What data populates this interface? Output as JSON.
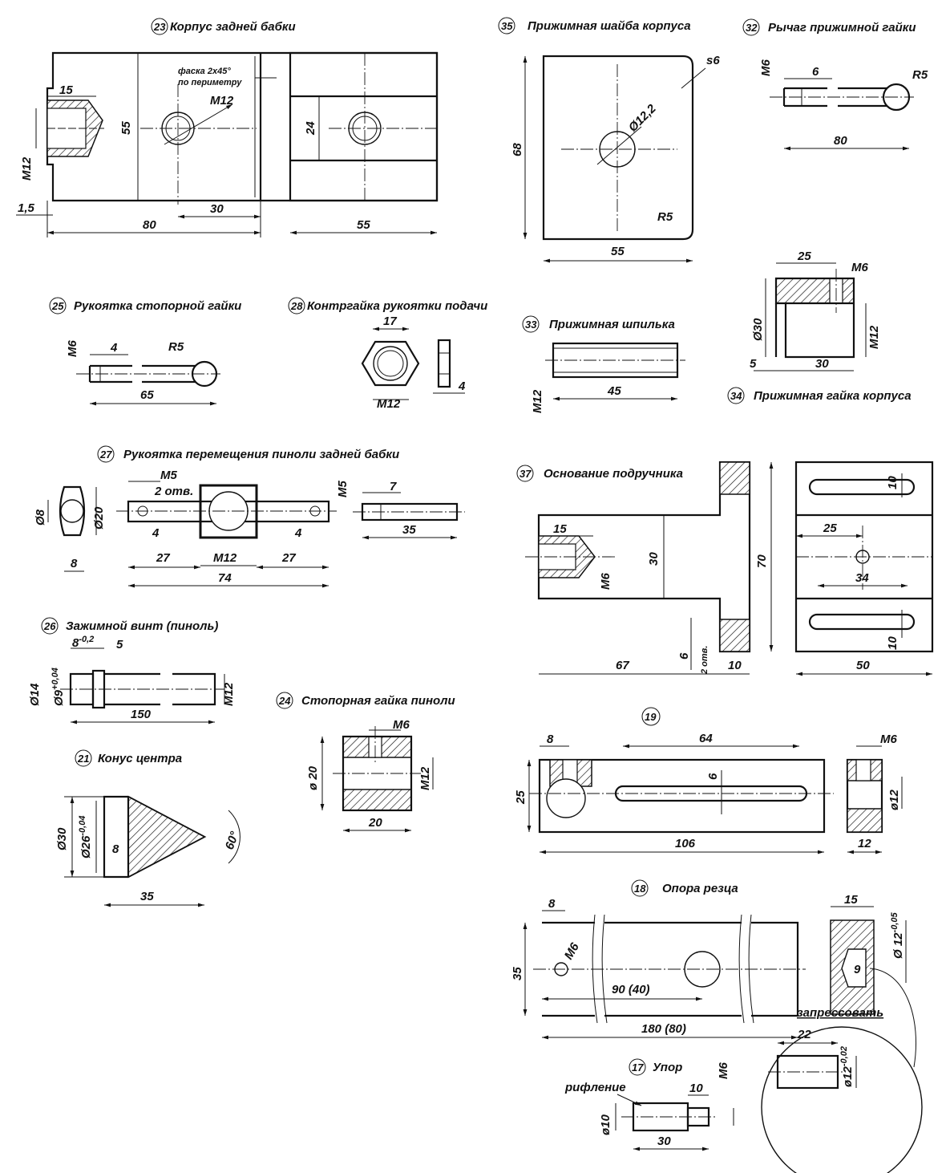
{
  "parts": {
    "p23": {
      "num": "23",
      "title": "Корпус задней бабки",
      "chamfer_main": "фаска 2х45°",
      "chamfer_sub": "по периметру",
      "d15": "15",
      "d55": "55",
      "m12_hole": "M12",
      "m12_side": "M12",
      "d1_5": "1,5",
      "d80": "80",
      "d30": "30",
      "d24": "24",
      "d55b": "55"
    },
    "p35": {
      "num": "35",
      "title": "Прижимная шайба корпуса",
      "s6": "s6",
      "d12_2": "Ø12,2",
      "d68": "68",
      "r5": "R5",
      "d55": "55"
    },
    "p32": {
      "num": "32",
      "title": "Рычаг прижимной гайки",
      "m6": "M6",
      "d6": "6",
      "r5": "R5",
      "d80": "80"
    },
    "p25": {
      "num": "25",
      "title": "Рукоятка  стопорной  гайки",
      "m6": "M6",
      "d4": "4",
      "r5": "R5",
      "d65": "65"
    },
    "p28": {
      "num": "28",
      "title": "Контргайка рукоятки подачи",
      "d17": "17",
      "m12": "M12",
      "d4": "4"
    },
    "p33": {
      "num": "33",
      "title": "Прижимная шпилька",
      "m12": "M12",
      "d45": "45"
    },
    "p34": {
      "num": "34",
      "title": "Прижимная гайка корпуса",
      "d25": "25",
      "m6": "M6",
      "d30dia": "Ø30",
      "m12": "M12",
      "d5": "5",
      "d30": "30"
    },
    "p27": {
      "num": "27",
      "title": "Рукоятка перемещения пиноли задней бабки",
      "d8dia": "Ø8",
      "d20dia": "Ø20",
      "d8": "8",
      "m5": "M5",
      "holes": "2 отв.",
      "d4a": "4",
      "d4b": "4",
      "d27a": "27",
      "m12": "M12",
      "d27b": "27",
      "d74": "74",
      "m5b": "M5",
      "d7": "7",
      "d35": "35"
    },
    "p37": {
      "num": "37",
      "title": "Основание подручника",
      "d15": "15",
      "m6": "M6",
      "d30": "30",
      "d70": "70",
      "d67": "67",
      "d6": "6",
      "holes": "2 отв.",
      "d10": "10",
      "d10a": "10",
      "d25": "25",
      "d34": "34",
      "d10b": "10",
      "d50": "50"
    },
    "p26": {
      "num": "26",
      "title": "Зажимной  винт  (пиноль)",
      "d8": "8",
      "tol8": "-0,2",
      "d5": "5",
      "d14": "Ø14",
      "d9": "Ø9",
      "tol9": "+0,04",
      "m12": "M12",
      "d150": "150"
    },
    "p24": {
      "num": "24",
      "title": "Стопорная гайка пиноли",
      "m6": "M6",
      "d20dia": "ø 20",
      "m12": "M12",
      "d20": "20"
    },
    "p19": {
      "num": "19",
      "d8": "8",
      "d64": "64",
      "d6": "6",
      "d25": "25",
      "d106": "106",
      "m6": "M6",
      "d12": "ø12",
      "d12b": "12"
    },
    "p21": {
      "num": "21",
      "title": "Конус  центра",
      "d30": "Ø30",
      "d26": "Ø26",
      "tol26": "-0,04",
      "d8": "8",
      "a60": "60°",
      "d35": "35"
    },
    "p18": {
      "num": "18",
      "title": "Опора  резца",
      "d8": "8",
      "m6": "M6",
      "d35": "35",
      "d90": "90 (40)",
      "d180": "180 (80)",
      "d15": "15",
      "d12": "Ø 12",
      "tol12": "-0,05",
      "d9": "9"
    },
    "p17": {
      "num": "17",
      "title": "Упор",
      "knurl": "рифление",
      "d10": "10",
      "m6": "M6",
      "d10dia": "ø10",
      "d30": "30"
    },
    "press": {
      "label": "запрессовать",
      "d22": "22",
      "d12": "ø12",
      "tol": "-0,02"
    }
  }
}
